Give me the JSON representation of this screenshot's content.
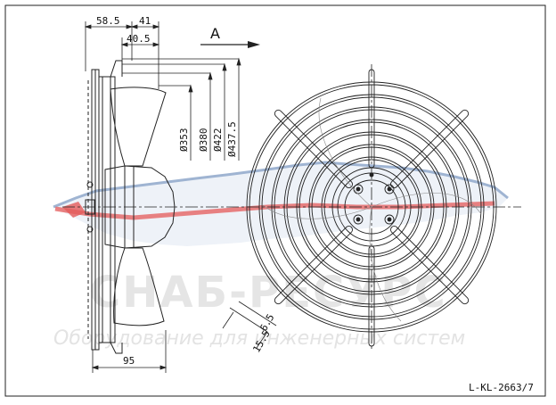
{
  "drawing": {
    "dimensions_top": {
      "d1": "58.5",
      "d2": "41",
      "d3": "40.5"
    },
    "diameters": [
      "Ø353",
      "Ø380",
      "Ø422",
      "Ø437.5"
    ],
    "view_label": "A",
    "width_bottom": "95",
    "grille_dims": {
      "a": "6.5",
      "b": "15.5"
    },
    "drawing_code": "L-KL-2663/7"
  },
  "watermark": {
    "brand": "СНАБ-РЕСУРС",
    "tagline": "Оборудование для инженерных систем"
  },
  "colors": {
    "line": "#222222",
    "watermark_red": "#e45a5a",
    "watermark_blue": "#8fa8c8",
    "watermark_gray": "#e3e3e3"
  }
}
